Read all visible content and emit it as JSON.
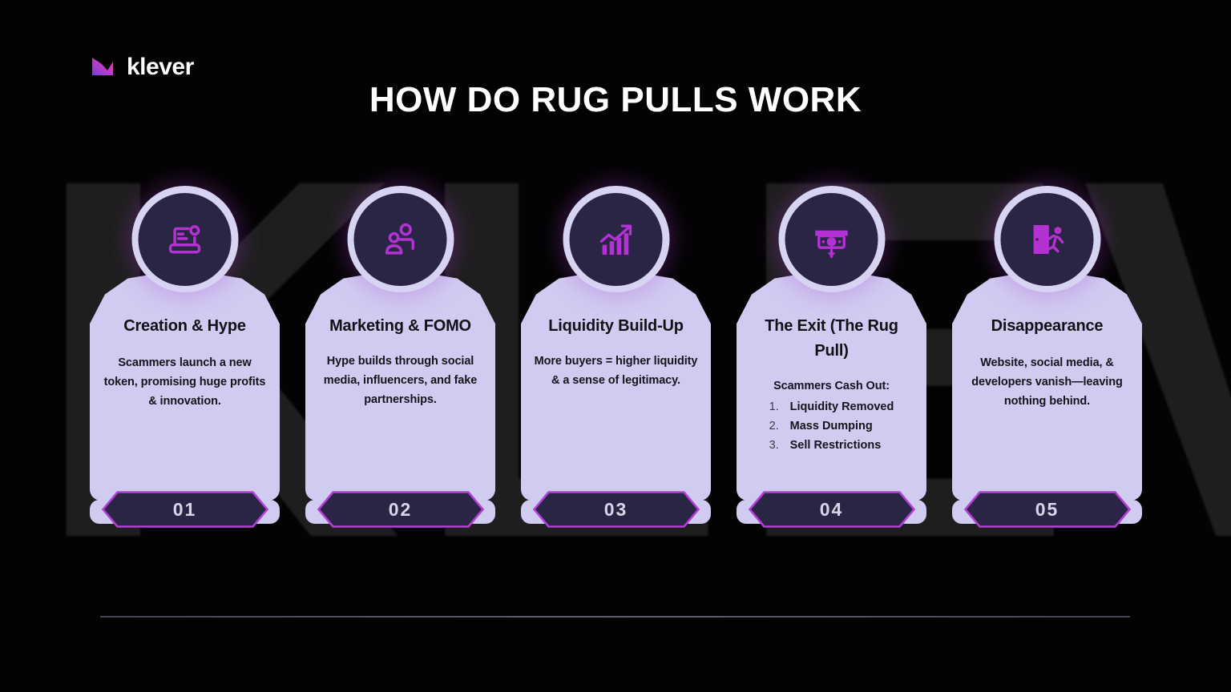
{
  "brand": {
    "name": "klever",
    "logo_icon": "klever-chart-logo-icon"
  },
  "header": {
    "title": "HOW DO RUG PULLS WORK"
  },
  "background": {
    "watermark_text": "KLEV"
  },
  "theme": {
    "page_bg": "#030303",
    "card_bg": "#d0ccf1",
    "disc_bg": "#2a2545",
    "ring_bg": "#d7d3f2",
    "accent_magenta": "#b431d4",
    "badge_border": "#b43fd8",
    "badge_fill": "#2a2545",
    "badge_text": "#d8d5ea",
    "title_text": "#ffffff",
    "body_text": "#14141a",
    "rule_color": "#6b7285",
    "watermark_color": "#1e1e1e"
  },
  "cards": [
    {
      "number": "01",
      "icon": "laptop-launch-icon",
      "title": "Creation & Hype",
      "desc": "Scammers launch a new token, promising huge profits & innovation.",
      "list_intro": "",
      "list": []
    },
    {
      "number": "02",
      "icon": "two-people-icon",
      "title": "Marketing & FOMO",
      "desc": "Hype builds through social media, influencers, and fake partnerships.",
      "list_intro": "",
      "list": []
    },
    {
      "number": "03",
      "icon": "rising-bar-chart-arrow-icon",
      "title": "Liquidity Build-Up",
      "desc": "More buyers = higher liquidity & a sense of legitimacy.",
      "list_intro": "",
      "list": []
    },
    {
      "number": "04",
      "icon": "cash-withdrawal-icon",
      "title": "The Exit (The Rug Pull)",
      "desc": "",
      "list_intro": "Scammers Cash Out:",
      "list": [
        {
          "num": "1.",
          "text": "Liquidity Removed"
        },
        {
          "num": "2.",
          "text": "Mass Dumping"
        },
        {
          "num": "3.",
          "text": "Sell Restrictions"
        }
      ]
    },
    {
      "number": "05",
      "icon": "person-running-out-door-icon",
      "title": "Disappearance",
      "desc": "Website, social media, & developers vanish—leaving nothing behind.",
      "list_intro": "",
      "list": []
    }
  ]
}
